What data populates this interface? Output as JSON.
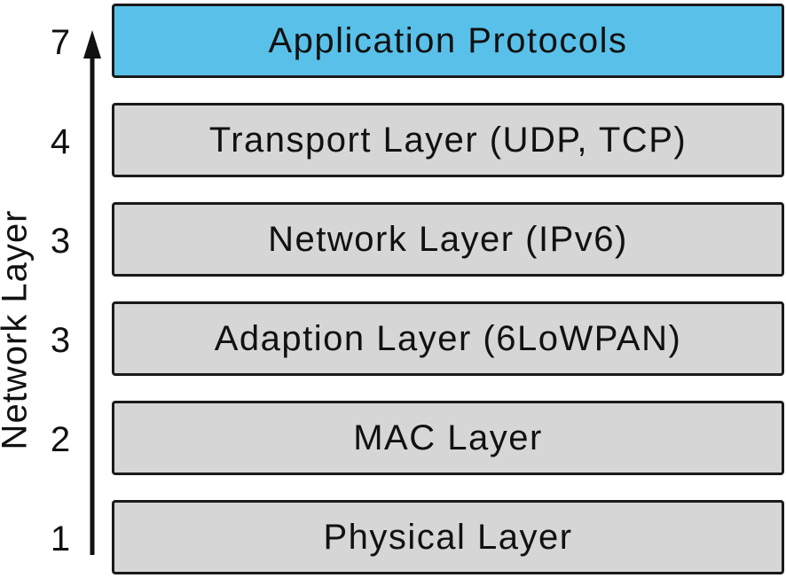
{
  "axis_label": "Network Layer",
  "colors": {
    "highlight": "#59c1e9",
    "box": "#d6d6d6",
    "border": "#1a1a1a"
  },
  "layers": [
    {
      "label": "Application Protocols",
      "number": "7"
    },
    {
      "label": "Transport Layer (UDP, TCP)",
      "number": "4"
    },
    {
      "label": "Network Layer (IPv6)",
      "number": "3"
    },
    {
      "label": "Adaption Layer (6LoWPAN)",
      "number": "3"
    },
    {
      "label": "MAC Layer",
      "number": "2"
    },
    {
      "label": "Physical Layer",
      "number": "1"
    }
  ]
}
